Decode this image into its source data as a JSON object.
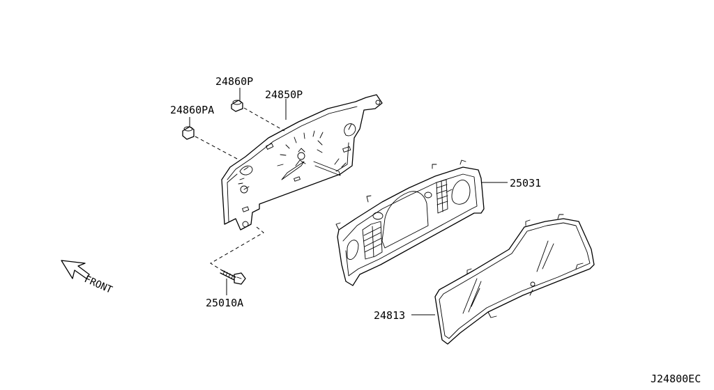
{
  "diagram": {
    "code": "J24800EC",
    "front_label": "FRONT",
    "parts": {
      "bulb_a": "24860P",
      "housing": "24850P",
      "bulb_b": "24860PA",
      "cluster_case": "25031",
      "screw": "25010A",
      "cover_glass": "24813"
    }
  }
}
